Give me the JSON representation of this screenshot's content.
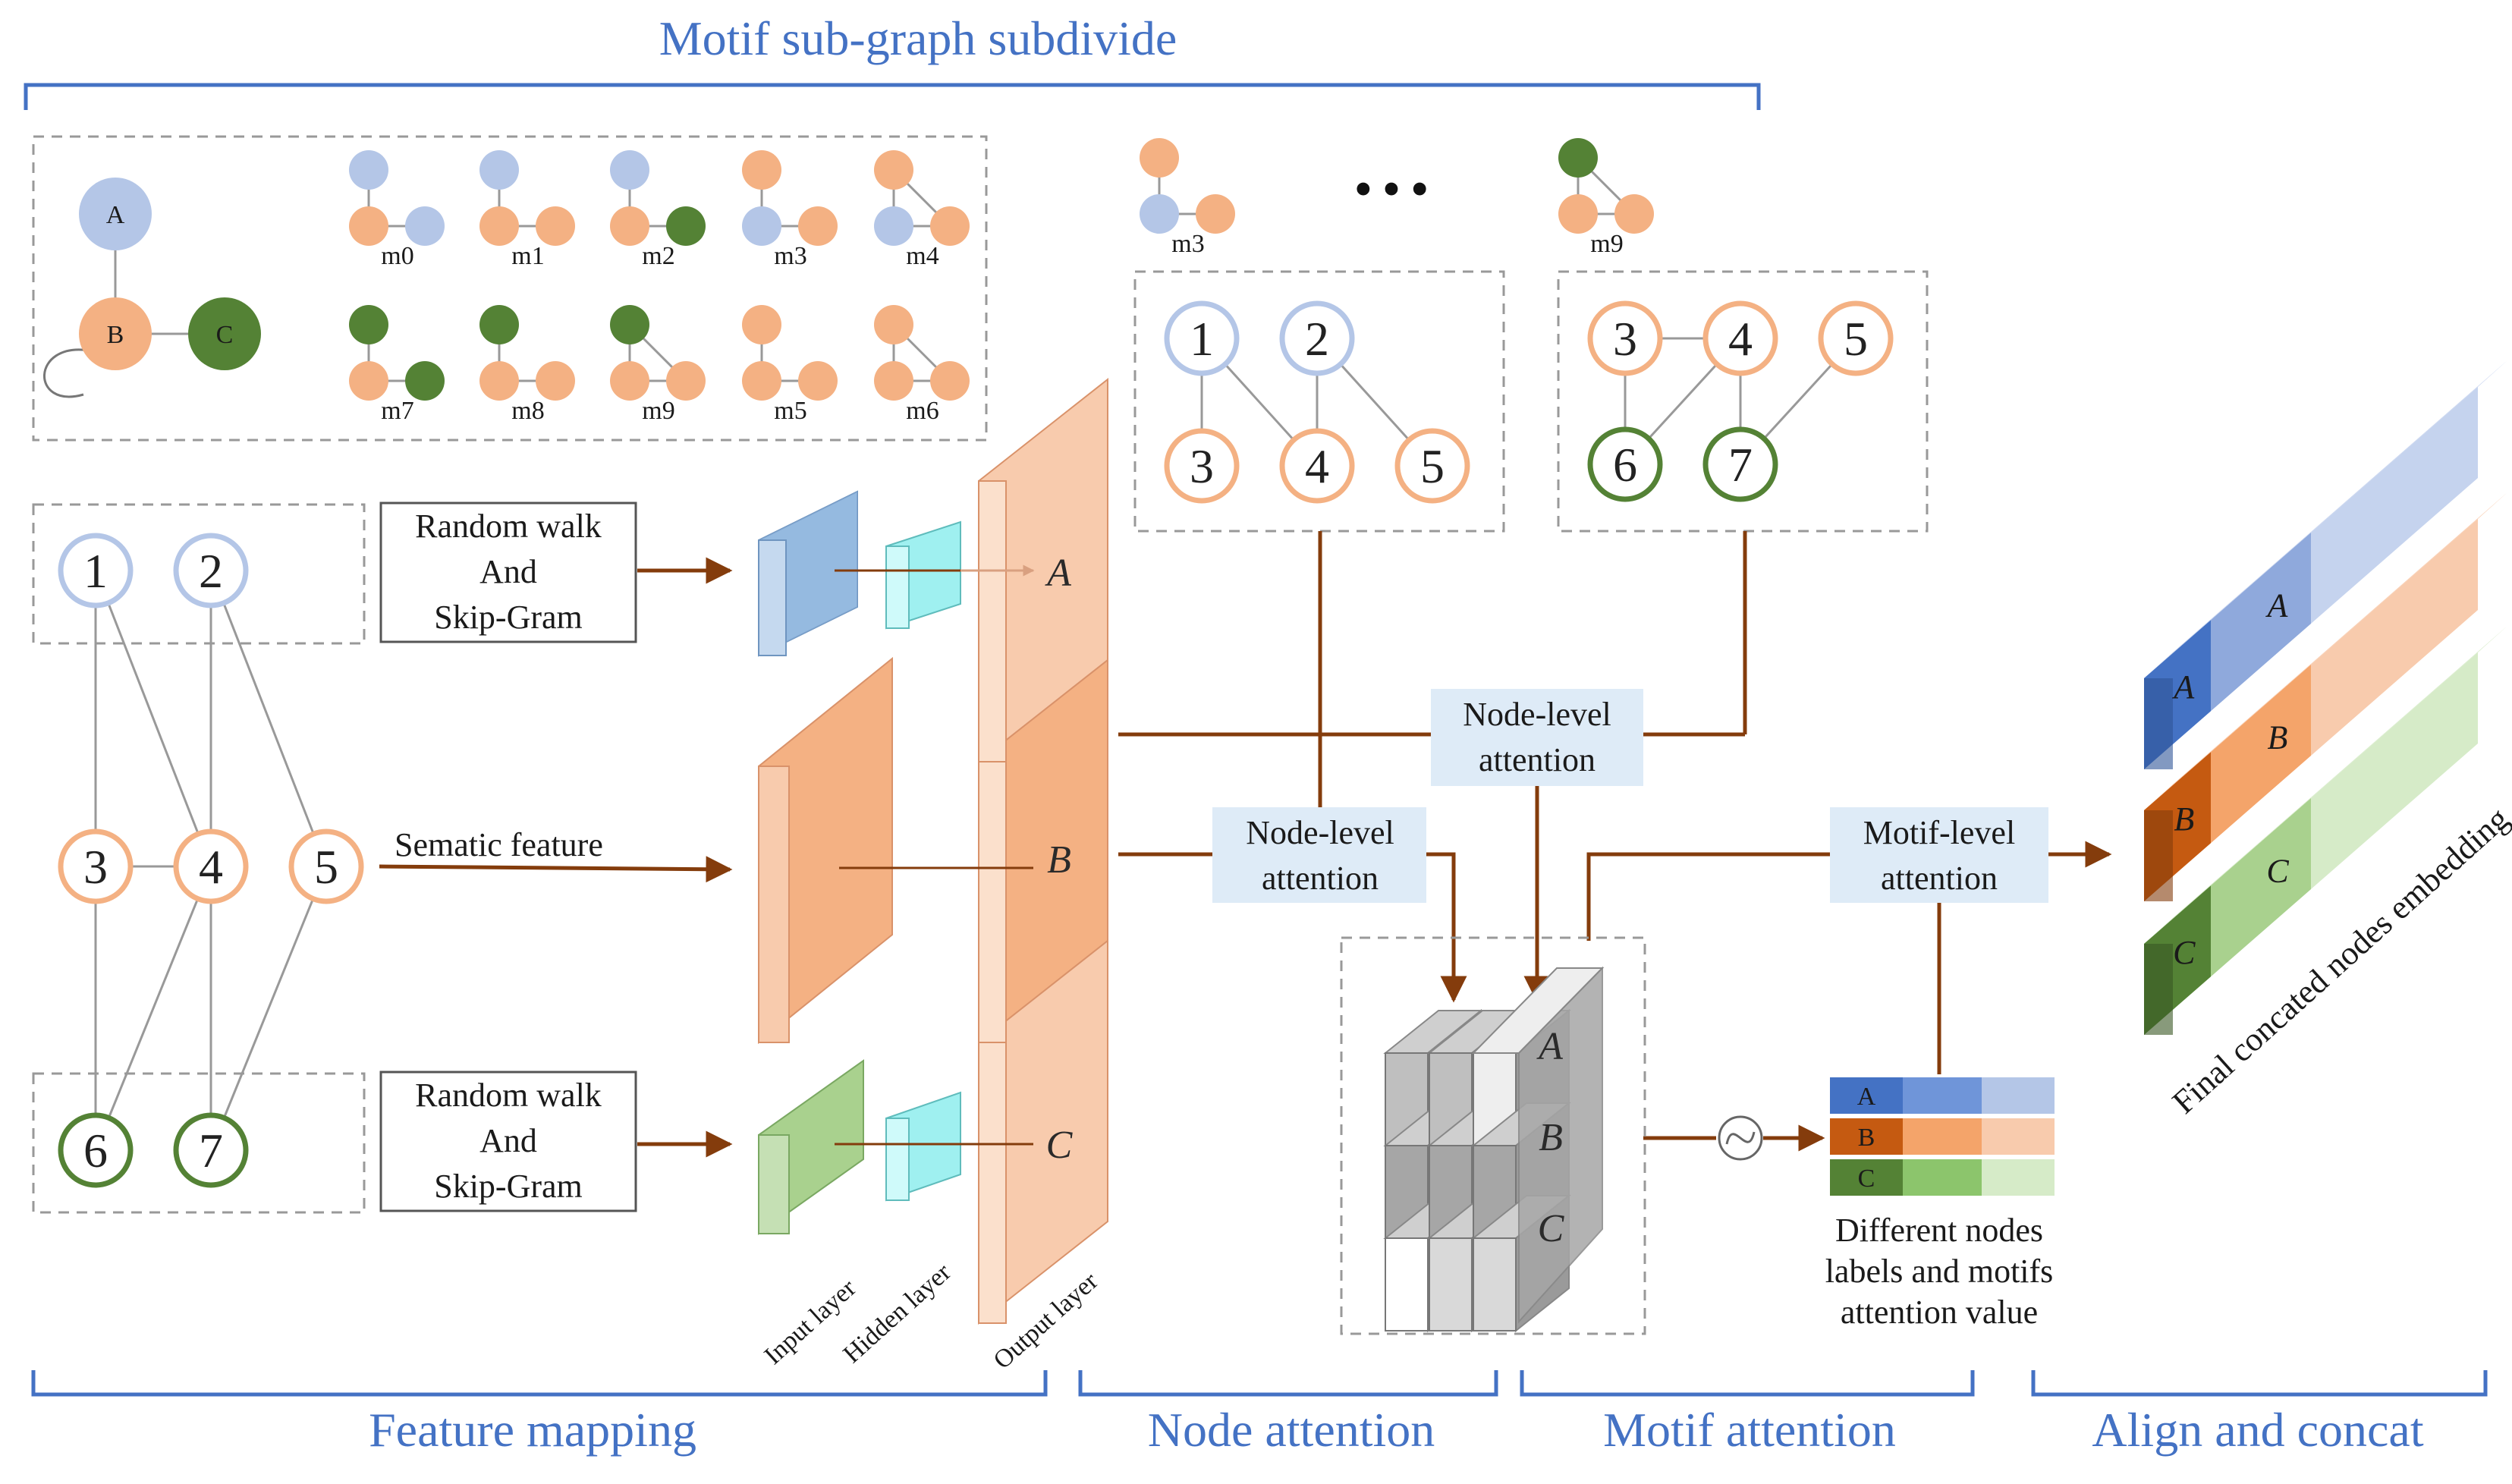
{
  "sections": {
    "top": "Motif sub-graph subdivide",
    "feature": "Feature mapping",
    "node": "Node attention",
    "motif": "Motif attention",
    "align": "Align and concat"
  },
  "legend_graph": {
    "a": "A",
    "b": "B",
    "c": "C"
  },
  "motifs": [
    "m0",
    "m1",
    "m2",
    "m3",
    "m4",
    "m7",
    "m8",
    "m9",
    "m5",
    "m6"
  ],
  "graph_nodes": [
    "1",
    "2",
    "3",
    "4",
    "5",
    "6",
    "7"
  ],
  "boxes": {
    "rw_top": [
      "Random walk",
      "And",
      "Skip-Gram"
    ],
    "rw_bottom": [
      "Random walk",
      "And",
      "Skip-Gram"
    ],
    "sematic": "Sematic feature"
  },
  "layers": {
    "input": "Input layer",
    "hidden": "Hidden layer",
    "output": "Output layer"
  },
  "output_labels": [
    "A",
    "B",
    "C"
  ],
  "instances": {
    "m3": {
      "label": "m3",
      "nodes": [
        "1",
        "2",
        "3",
        "4",
        "5"
      ]
    },
    "ellipsis": "• • •",
    "m9": {
      "label": "m9",
      "nodes": [
        "3",
        "4",
        "5",
        "6",
        "7"
      ]
    }
  },
  "attention": {
    "node_level_1": [
      "Node-level",
      "attention"
    ],
    "node_level_2": [
      "Node-level",
      "attention"
    ],
    "motif_level": [
      "Motif-level",
      "attention"
    ]
  },
  "stack_labels": [
    "A",
    "B",
    "C"
  ],
  "attn_table": {
    "rows": [
      "A",
      "B",
      "C"
    ],
    "caption": [
      "Different nodes",
      "labels and motifs",
      "attention value"
    ]
  },
  "final": {
    "labels": [
      "A",
      "A",
      "B",
      "B",
      "C",
      "C"
    ],
    "caption": "Final concated nodes embedding"
  },
  "colors": {
    "blue": "#4472c4",
    "node_blue": "#b4c6e7",
    "node_orange": "#f4b183",
    "node_green": "#548235",
    "arrow": "#843c0c"
  }
}
